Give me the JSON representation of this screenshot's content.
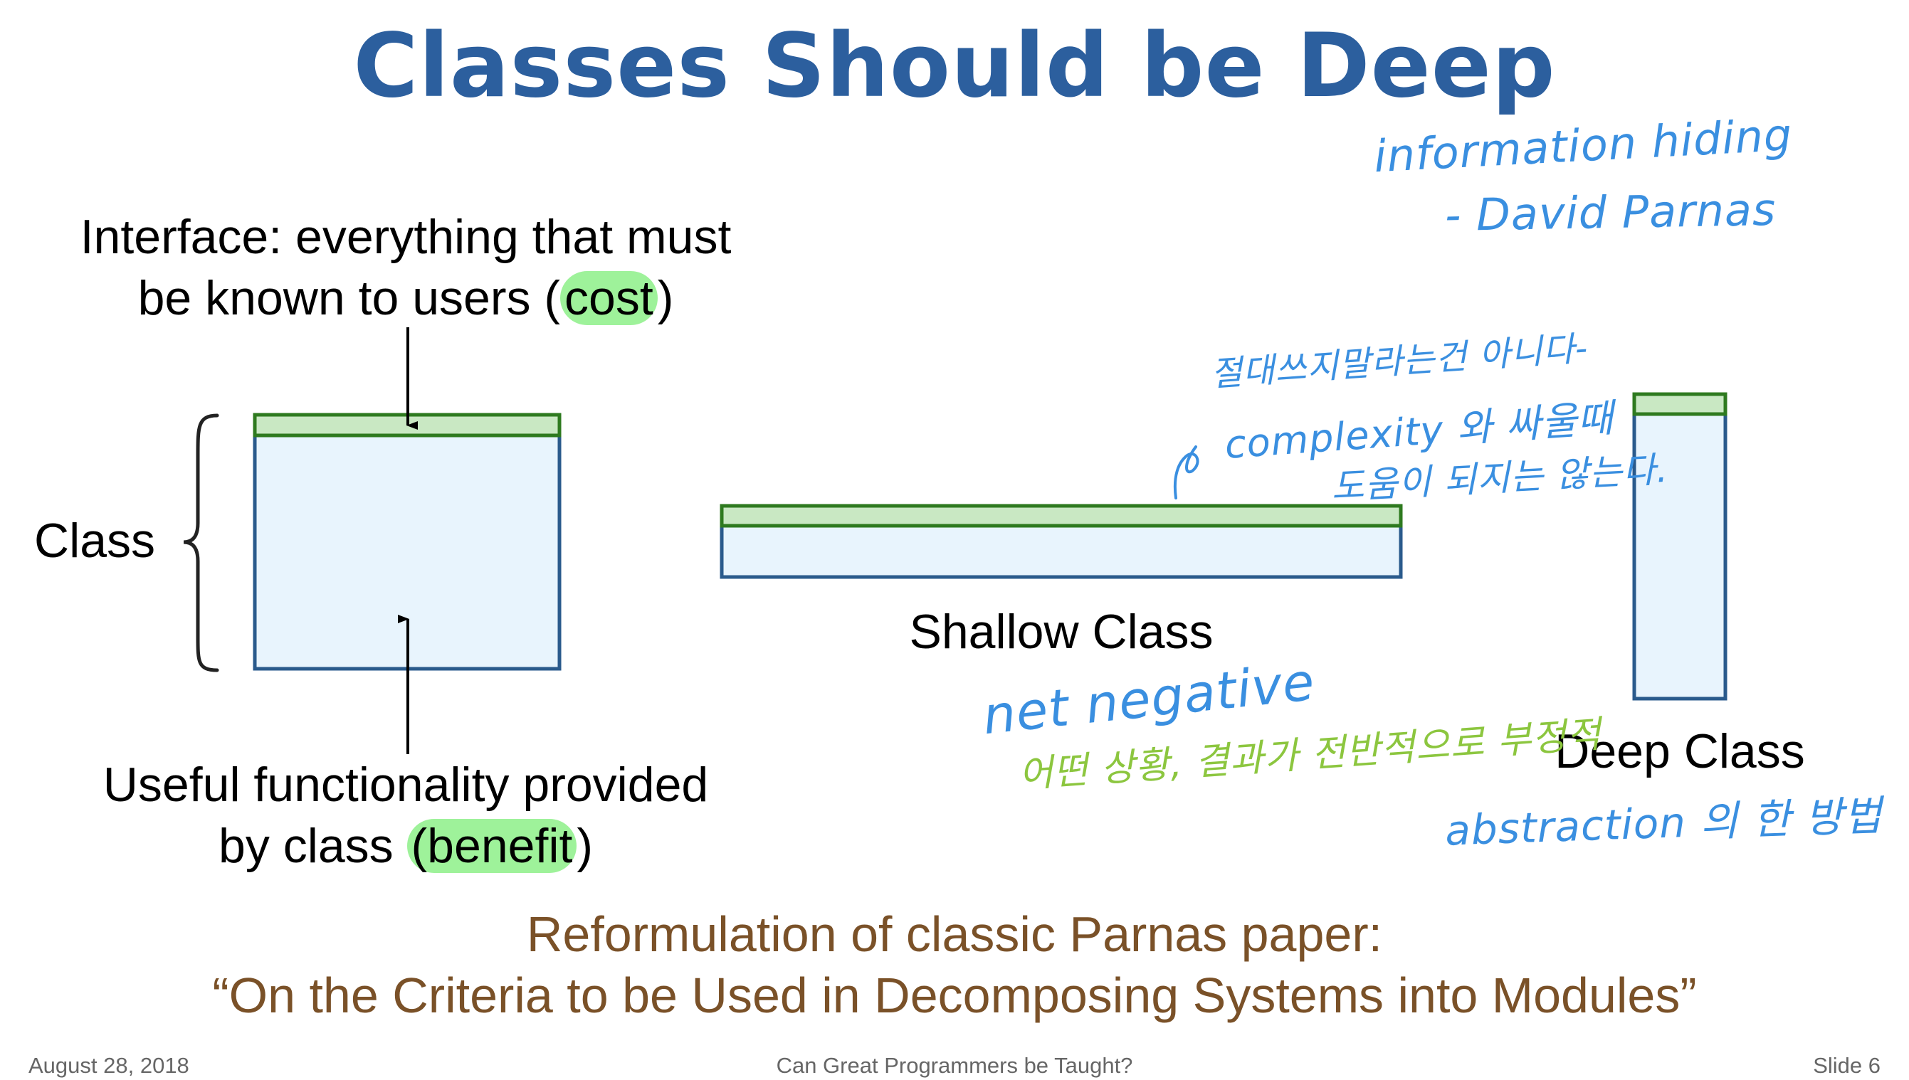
{
  "slide": {
    "title": "Classes Should be Deep"
  },
  "interface_label": {
    "line1": "Interface: everything that must",
    "line2_pre": "be known to users (",
    "line2_highlight": "cost",
    "line2_post": ")"
  },
  "class_label": "Class",
  "functionality_label": {
    "line1": "Useful functionality provided",
    "line2_pre": "by class ",
    "line2_highlight": "(benefit",
    "line2_post": ")"
  },
  "shallow_class_label": "Shallow Class",
  "deep_class_label": "Deep Class",
  "annotations": {
    "info_hiding_line1": "information hiding",
    "info_hiding_line2": "- David Parnas",
    "korean_note_line1": "절대쓰지말라는건 아니다-",
    "korean_note_line2": "complexity 와 싸울때",
    "korean_note_line3": "도움이 되지는 않는다.",
    "net_negative": "net negative",
    "net_negative_korean": "어떤 상황, 결과가 전반적으로 부정적",
    "abstraction_note": "abstraction 의 한 방법"
  },
  "reference": {
    "line1": "Reformulation of classic Parnas paper:",
    "line2": "“On the Criteria to be Used in Decomposing Systems into Modules”"
  },
  "footer": {
    "date": "August 28, 2018",
    "talk_title": "Can Great Programmers be Taught?",
    "slide_number": "Slide 6"
  },
  "colors": {
    "title": "#2c5f9e",
    "interface_fill": "#c9e8c3",
    "interface_stroke": "#2e7a1f",
    "body_fill": "#e8f4fd",
    "body_stroke": "#2a5a8c",
    "highlight": "#9ef29a",
    "reference_text": "#7a5128",
    "handwriting_blue": "#3a8fe0",
    "handwriting_green": "#8cc63f"
  }
}
